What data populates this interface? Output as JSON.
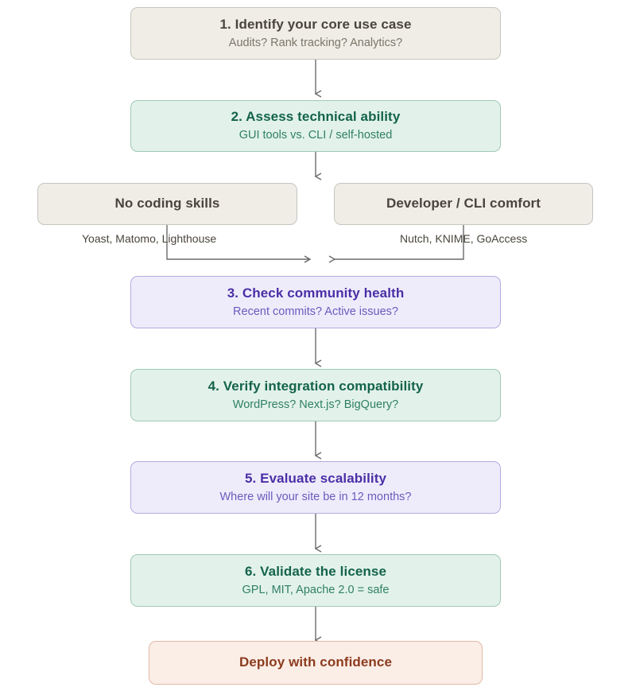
{
  "diagram": {
    "type": "flowchart",
    "orientation": "top-to-bottom",
    "nodes": [
      {
        "id": "step1",
        "title": "1. Identify your core use case",
        "subtitle": "Audits? Rank tracking? Analytics?",
        "style": "beige"
      },
      {
        "id": "step2",
        "title": "2. Assess technical ability",
        "subtitle": "GUI tools vs. CLI / self-hosted",
        "style": "green"
      },
      {
        "id": "branch_left",
        "title": "No coding skills",
        "subtitle": "",
        "style": "beige"
      },
      {
        "id": "branch_right",
        "title": "Developer / CLI comfort",
        "subtitle": "",
        "style": "beige"
      },
      {
        "id": "step3",
        "title": "3. Check community health",
        "subtitle": "Recent commits? Active issues?",
        "style": "purple"
      },
      {
        "id": "step4",
        "title": "4. Verify integration compatibility",
        "subtitle": "WordPress? Next.js? BigQuery?",
        "style": "green"
      },
      {
        "id": "step5",
        "title": "5. Evaluate scalability",
        "subtitle": "Where will your site be in 12 months?",
        "style": "purple"
      },
      {
        "id": "step6",
        "title": "6. Validate the license",
        "subtitle": "GPL, MIT, Apache 2.0 = safe",
        "style": "green"
      },
      {
        "id": "deploy",
        "title": "Deploy with confidence",
        "subtitle": "",
        "style": "peach"
      }
    ],
    "edge_labels": {
      "left_branch": "Yoast, Matomo, Lighthouse",
      "right_branch": "Nutch, KNIME, GoAccess"
    },
    "colors": {
      "beige_fill": "#efede6",
      "beige_border": "#c6c5bf",
      "green_fill": "#e2f2ea",
      "green_border": "#9fc9b5",
      "purple_fill": "#eeecfb",
      "purple_border": "#b3abe2",
      "peach_fill": "#fbeee7",
      "peach_border": "#e2b9a3",
      "connector": "#6b6b6b",
      "background": "#ffffff"
    }
  }
}
